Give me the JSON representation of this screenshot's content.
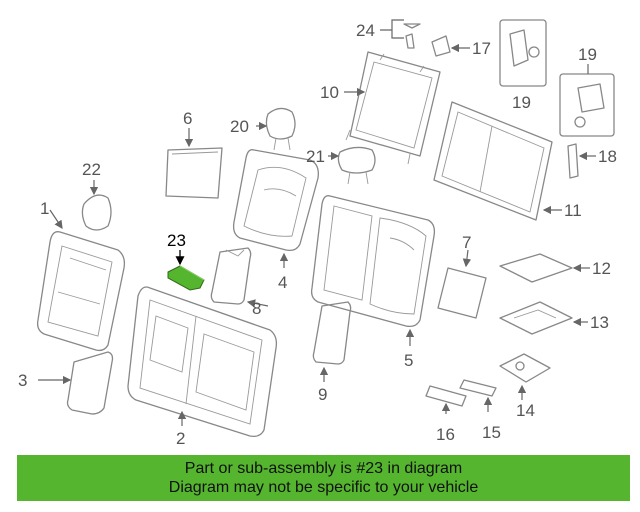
{
  "callouts": {
    "c1": "1",
    "c2": "2",
    "c3": "3",
    "c4": "4",
    "c5": "5",
    "c6": "6",
    "c7": "7",
    "c8": "8",
    "c9": "9",
    "c10": "10",
    "c11": "11",
    "c12": "12",
    "c13": "13",
    "c14": "14",
    "c15": "15",
    "c16": "16",
    "c17": "17",
    "c18": "18",
    "c19a": "19",
    "c19b": "19",
    "c20": "20",
    "c21": "21",
    "c22": "22",
    "c23": "23",
    "c24": "24"
  },
  "highlight": {
    "part_number": "23",
    "color": "#55b52f"
  },
  "banner": {
    "line1": "Part or sub-assembly is #23 in diagram",
    "line2": "Diagram may not be specific to your vehicle",
    "color": "#55b52f"
  }
}
